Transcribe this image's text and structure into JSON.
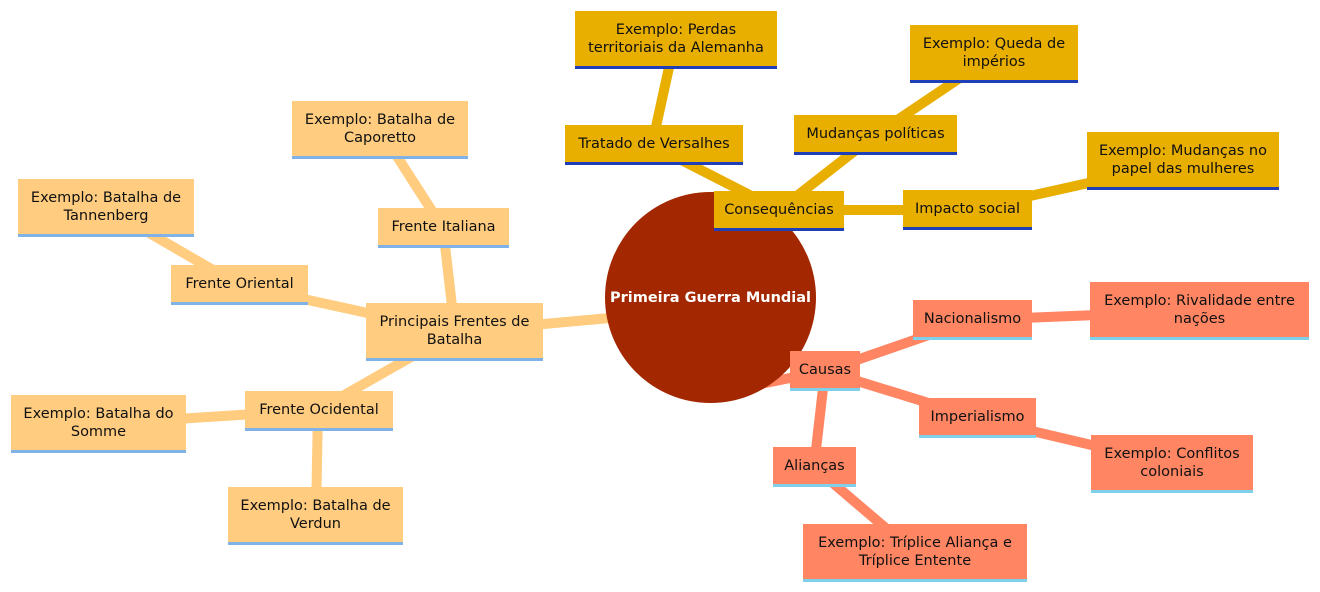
{
  "root": {
    "label": "Primeira Guerra Mundial",
    "color": "#A32700"
  },
  "colors": {
    "consequencias": "#E8AE00",
    "frentes": "#FFCC80",
    "causas": "#FF8563"
  },
  "consequencias": {
    "label": "Consequências",
    "tratado": {
      "label": "Tratado de Versalhes",
      "example": "Exemplo: Perdas\nterritoriais da Alemanha"
    },
    "mudancas": {
      "label": "Mudanças políticas",
      "example": "Exemplo: Queda de\nimpérios"
    },
    "impacto": {
      "label": "Impacto social",
      "example": "Exemplo: Mudanças no\npapel das mulheres"
    }
  },
  "frentes": {
    "label": "Principais Frentes de\nBatalha",
    "italiana": {
      "label": "Frente Italiana",
      "example": "Exemplo: Batalha de\nCaporetto"
    },
    "oriental": {
      "label": "Frente Oriental",
      "example": "Exemplo: Batalha de\nTannenberg"
    },
    "ocidental": {
      "label": "Frente Ocidental",
      "example1": "Exemplo: Batalha do\nSomme",
      "example2": "Exemplo: Batalha de\nVerdun"
    }
  },
  "causas": {
    "label": "Causas",
    "nacionalismo": {
      "label": "Nacionalismo",
      "example": "Exemplo: Rivalidade entre\nnações"
    },
    "imperialismo": {
      "label": "Imperialismo",
      "example": "Exemplo: Conflitos\ncoloniais"
    },
    "aliancas": {
      "label": "Alianças",
      "example": "Exemplo: Tríplice Aliança e\nTríplice Entente"
    }
  }
}
